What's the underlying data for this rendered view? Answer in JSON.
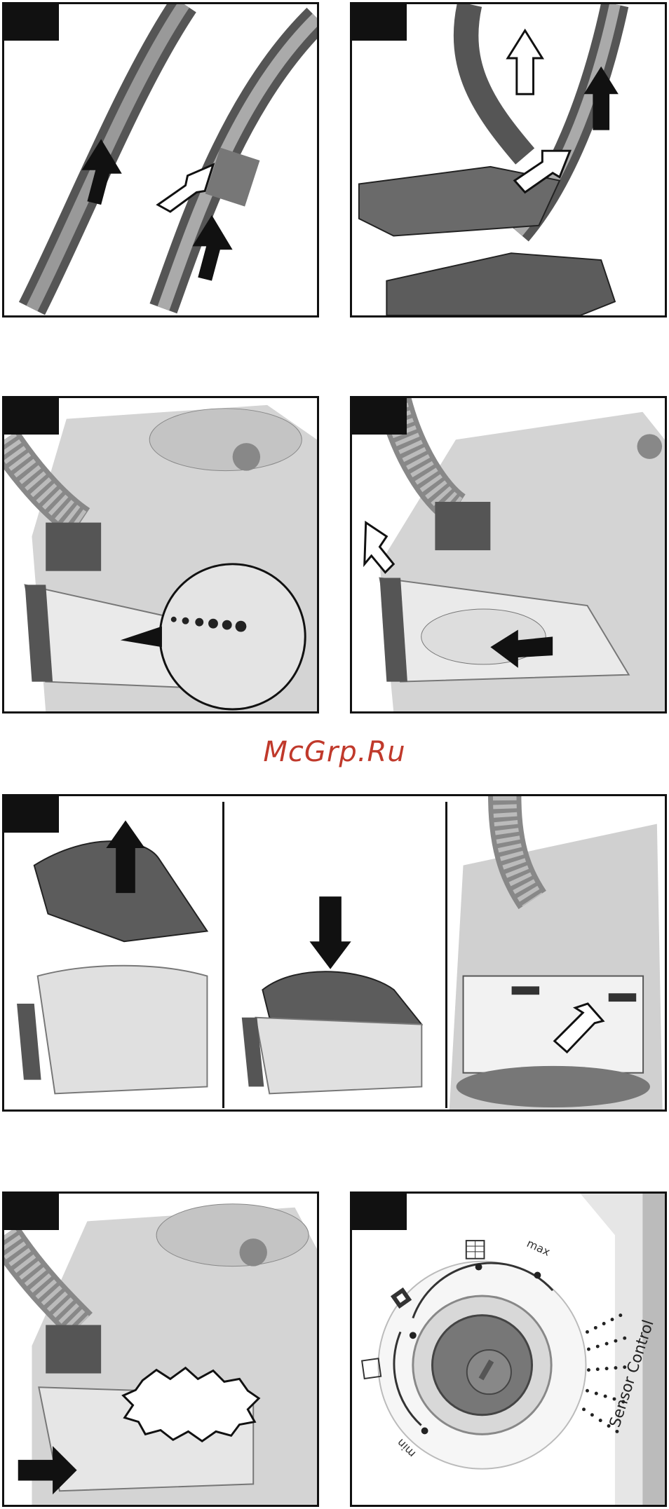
{
  "watermark": {
    "text": "McGrp.Ru",
    "color": "#c0392b"
  },
  "dial": {
    "label_max": "max",
    "label_min": "min",
    "label_sensor": "Sensor Control"
  },
  "icons": [
    "arrow-up-icon",
    "arrow-down-icon",
    "arrow-left-icon",
    "arrow-right-icon",
    "hose-icon",
    "dustbox-icon",
    "dial-icon",
    "floor-nozzle-icon",
    "carpet-icon",
    "parquet-icon",
    "upholstery-icon"
  ]
}
